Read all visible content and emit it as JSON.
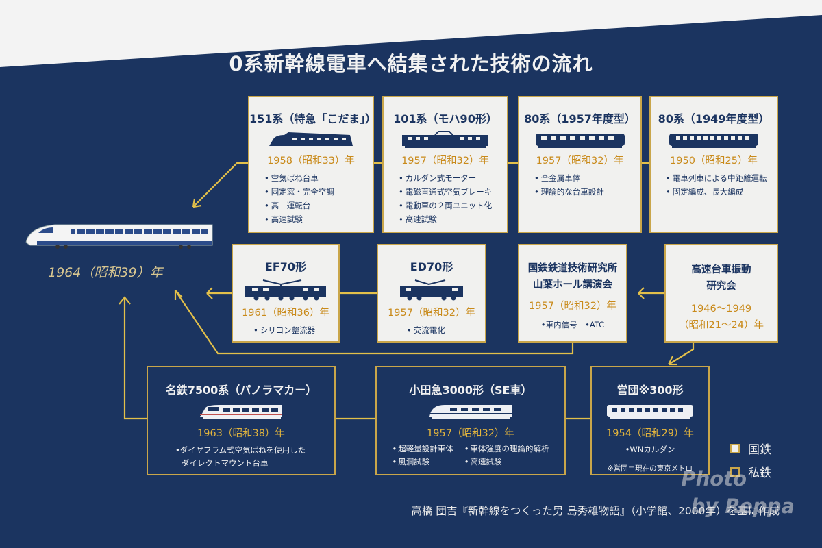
{
  "title": "0系新幹線電車へ結集された技術の流れ",
  "shinkansen": {
    "year": "1964（昭和39）年"
  },
  "row1": [
    {
      "name": "151系（特急「こだま」）",
      "year": "1958（昭和33）年",
      "features": [
        "空気ばね台車",
        "固定窓・完全空調",
        "高　運転台",
        "高速試験"
      ]
    },
    {
      "name": "101系（モハ90形）",
      "year": "1957（昭和32）年",
      "features": [
        "カルダン式モーター",
        "電磁直通式空気ブレーキ",
        "電動車の２両ユニット化",
        "高速試験"
      ]
    },
    {
      "name": "80系（1957年度型）",
      "year": "1957（昭和32）年",
      "features": [
        "全金属車体",
        "理論的な台車設計"
      ]
    },
    {
      "name": "80系（1949年度型）",
      "year": "1950（昭和25）年",
      "features": [
        "電車列車による中距離運転",
        "固定編成、長大編成"
      ]
    }
  ],
  "row2": [
    {
      "name": "EF70形",
      "year": "1961（昭和36）年",
      "features": [
        "シリコン整流器"
      ]
    },
    {
      "name": "ED70形",
      "year": "1957（昭和32）年",
      "features": [
        "交流電化"
      ]
    },
    {
      "name_line1": "国鉄鉄道技術研究所",
      "name_line2": "山葉ホール講演会",
      "year": "1957（昭和32）年",
      "note": "•車内信号　•ATC"
    },
    {
      "name_line1": "高速台車振動",
      "name_line2": "研究会",
      "year_line1": "1946～1949",
      "year_line2": "（昭和21～24）年"
    }
  ],
  "row3": [
    {
      "name": "名鉄7500系（パノラマカー）",
      "year": "1963（昭和38）年",
      "features": [
        "ダイヤフラム式空気ばねを使用した",
        "ダイレクトマウント台車"
      ]
    },
    {
      "name": "小田急3000形（SE車）",
      "year": "1957（昭和32）年",
      "col1": [
        "超軽量設計車体",
        "風洞試験"
      ],
      "col2": [
        "車体強度の理論的解析",
        "高速試験"
      ]
    },
    {
      "name": "営団※300形",
      "year": "1954（昭和29）年",
      "features": [
        "WNカルダン"
      ],
      "footnote": "※営団＝現在の東京メトロ"
    }
  ],
  "legend": {
    "jnr": "国鉄",
    "private": "私鉄"
  },
  "credit": "高橋 団吉『新幹線をつくった男 島秀雄物語』（小学館、2000年）を基に作成",
  "watermark": {
    "line1": "Photo",
    "line2": "by Reppa"
  },
  "colors": {
    "background": "#1b3460",
    "accent": "#c9a64a",
    "box_light": "#f1f1ef",
    "year_orange": "#c98a1a"
  },
  "icons": [
    "train-silhouette-icon",
    "shinkansen-icon",
    "arrow-icon"
  ]
}
